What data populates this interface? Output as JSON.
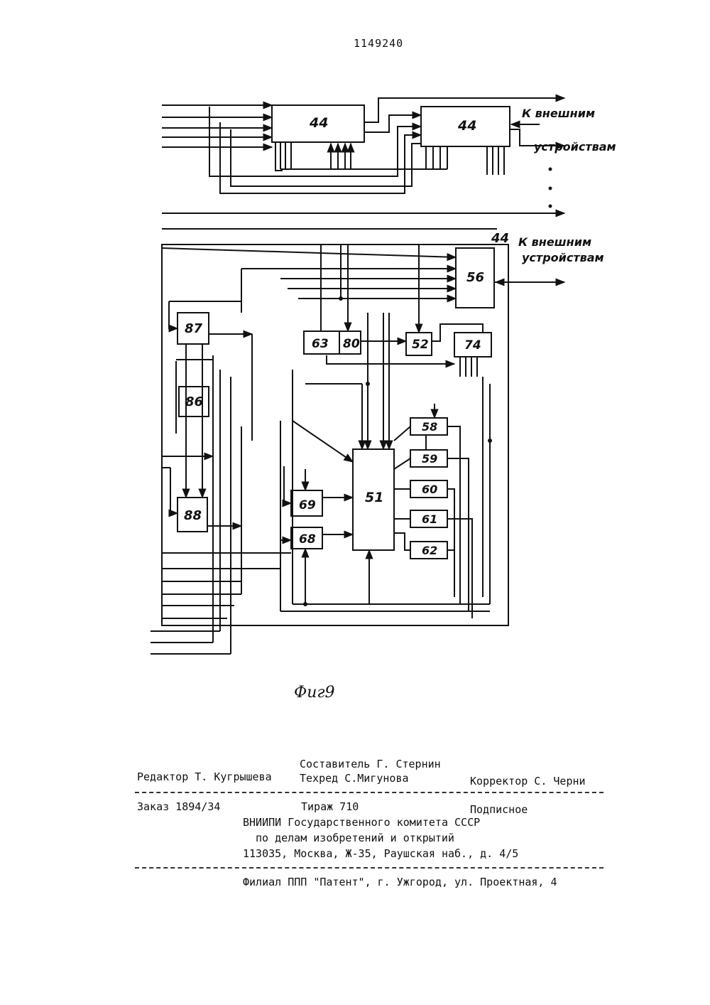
{
  "document": {
    "patent_number": "1149240",
    "figure_caption": "Фиг9",
    "external_label_line1": "К внешним",
    "external_label_line2": "устройствам",
    "blocks": {
      "b44_left": "44",
      "b44_right": "44",
      "b44_frame": "44",
      "b56": "56",
      "b87": "87",
      "b86": "86",
      "b88": "88",
      "b63": "63",
      "b80": "80",
      "b52": "52",
      "b74": "74",
      "b51": "51",
      "b58": "58",
      "b59": "59",
      "b60": "60",
      "b61": "61",
      "b62": "62",
      "b69": "69",
      "b68": "68"
    }
  },
  "imprint": {
    "compiler": "Составитель Г. Стернин",
    "editor": "Редактор Т. Кугрышева",
    "tech_editor": "Техред С.Мигунова",
    "corrector": "Корректор С. Черни",
    "order": "Заказ 1894/34",
    "circulation": "Тираж 710",
    "subscription": "Подписное",
    "org_line1": "ВНИИПИ Государственного комитета СССР",
    "org_line2": "по делам изобретений и открытий",
    "org_address": "113035, Москва, Ж-35, Раушская наб., д. 4/5",
    "branch": "Филиал ППП \"Патент\", г. Ужгород, ул. Проектная, 4"
  },
  "colors": {
    "ink": "#111111",
    "paper": "#ffffff"
  }
}
